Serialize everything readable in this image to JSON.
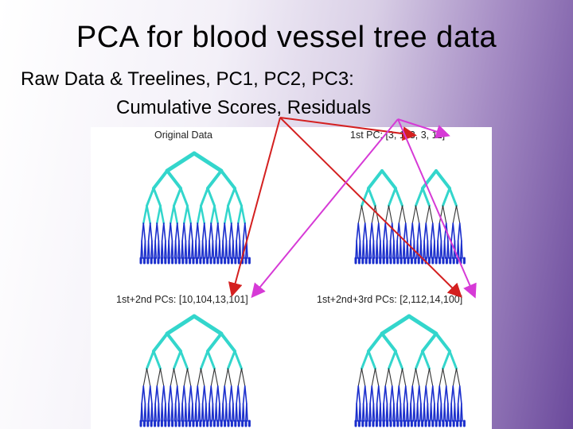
{
  "slide": {
    "title": "PCA for blood vessel tree data",
    "subtitle_line1": "Raw Data  &  Treelines, PC1, PC2, PC3:",
    "subtitle_line2": "Cumulative Scores, Residuals"
  },
  "figure": {
    "panels": [
      {
        "label": "Original Data"
      },
      {
        "label": "1st PC: [3, 113, 3, 11]"
      },
      {
        "label": "1st+2nd PCs: [10,104,13,101]"
      },
      {
        "label": "1st+2nd+3rd PCs: [2,112,14,100]"
      }
    ]
  },
  "colors": {
    "tree": "#33d6cc",
    "leaf": "#1a2ecc",
    "arrow_red": "#d42020",
    "arrow_magenta": "#d63ad6"
  }
}
